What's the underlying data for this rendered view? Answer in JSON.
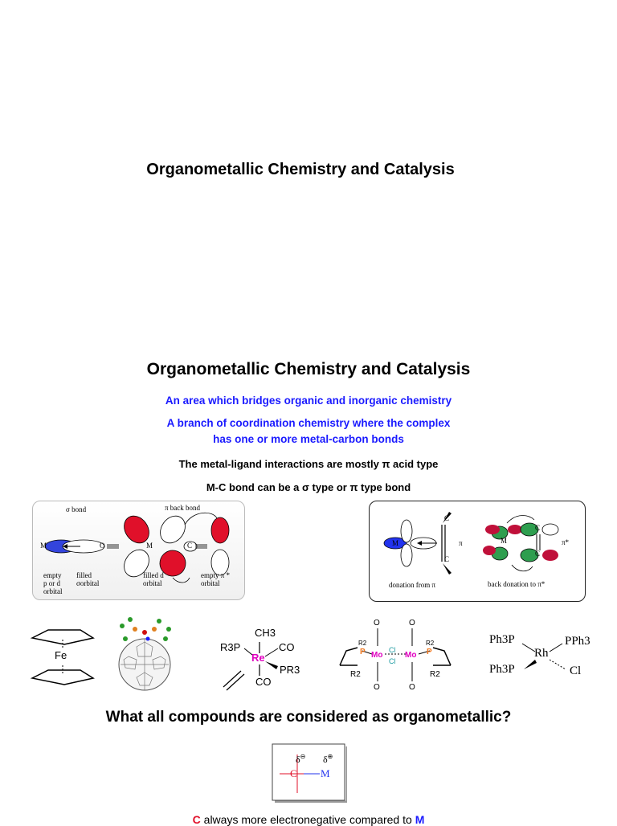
{
  "slide1": {
    "title": "Organometallic Chemistry and Catalysis"
  },
  "slide2": {
    "title": "Organometallic Chemistry and Catalysis",
    "blue_line1": "An area which bridges organic and inorganic chemistry",
    "blue_line2a": "A branch of coordination chemistry where the complex",
    "blue_line2b": "has one or more metal-carbon bonds",
    "line3": "The metal-ligand interactions are mostly  π acid type",
    "line4": "M-C bond can be a σ  type or  π type bond",
    "left_panel": {
      "sigma_label": "σ  bond",
      "pi_label": "π  back bond",
      "m": "M",
      "c": "C",
      "o": "O",
      "cap1a": "empty",
      "cap1b": "p or d",
      "cap1c": "orbital",
      "cap2a": "filled",
      "cap2b": "σorbital",
      "cap3a": "filled d",
      "cap3b": "orbital",
      "cap4a": "empty π *",
      "cap4b": "orbital"
    },
    "right_panel": {
      "m": "M",
      "c": "C",
      "pi": "π",
      "pistar": "π*",
      "cap1": "donation from π",
      "cap2": "back donation to π*"
    },
    "compounds": {
      "fe": "Fe",
      "re_top": "CH3",
      "re_left": "R3P",
      "re_center": "Re",
      "re_co_right": "CO",
      "re_pr3": "PR3",
      "re_co_bottom": "CO",
      "mo": "Mo",
      "cl": "Cl",
      "o": "O",
      "p": "P",
      "r2": "R2",
      "rh_tl": "Ph3P",
      "rh_tr": "PPh3",
      "rh_c": "Rh",
      "rh_bl": "Ph3P",
      "rh_br": "Cl"
    },
    "question": "What all compounds are considered as organometallic?",
    "polar": {
      "c": "C",
      "m": "M",
      "delta": "δ"
    },
    "bottom_line_c": "C",
    "bottom_line_mid": " always more electronegative compared to ",
    "bottom_line_m": "M"
  },
  "colors": {
    "blue": "#1a1aff",
    "red": "#e0002a",
    "green": "#2e9e4f",
    "orange": "#f07820",
    "magenta": "#e000c0"
  }
}
